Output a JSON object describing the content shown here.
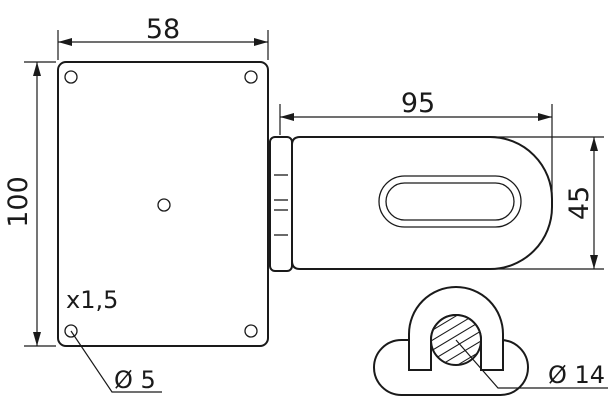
{
  "dimensions": {
    "plate_width": "58",
    "plate_height": "100",
    "hasp_length": "95",
    "hasp_width": "45",
    "hole_count": "x1,5",
    "hole_diameter": "Ø 5",
    "staple_diameter": "Ø 14"
  },
  "colors": {
    "line": "#1a1a1a",
    "background": "#ffffff"
  }
}
